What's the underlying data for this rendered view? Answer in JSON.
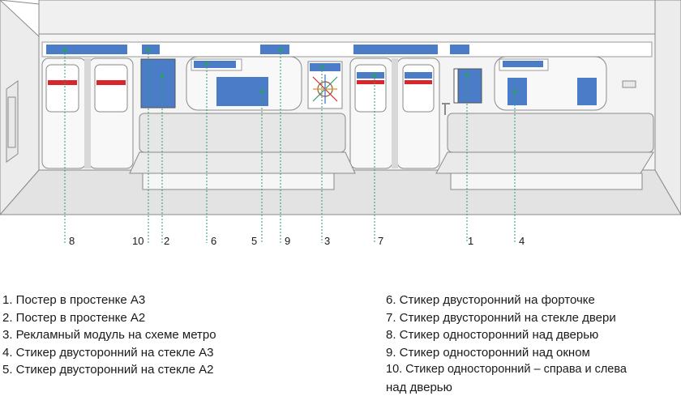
{
  "callouts": [
    {
      "id": "8",
      "label": "8"
    },
    {
      "id": "10",
      "label": "10"
    },
    {
      "id": "2",
      "label": "2"
    },
    {
      "id": "6",
      "label": "6"
    },
    {
      "id": "5",
      "label": "5"
    },
    {
      "id": "9",
      "label": "9"
    },
    {
      "id": "3",
      "label": "3"
    },
    {
      "id": "7",
      "label": "7"
    },
    {
      "id": "1",
      "label": "1"
    },
    {
      "id": "4",
      "label": "4"
    }
  ],
  "legend_left": [
    "1. Постер в простенке А3",
    "2. Постер в простенке А2",
    "3. Рекламный модуль на схеме метро",
    "4. Стикер двусторонний на стекле А3",
    "5. Стикер двусторонний на стекле А2"
  ],
  "legend_right": [
    "6. Стикер двусторонний на форточке",
    "7. Стикер двусторонний на стекле двери",
    "8. Стикер односторонний над дверью",
    "9. Стикер односторонний над окном",
    "10. Стикер односторонний – справа и слева",
    "над дверью"
  ],
  "colors": {
    "ad_blue": "#4a7cc7",
    "leader_green": "#2e9e6b",
    "wall": "#f2f2f2",
    "outline": "#7a7a7a",
    "sticker_red": "#d9262c"
  }
}
